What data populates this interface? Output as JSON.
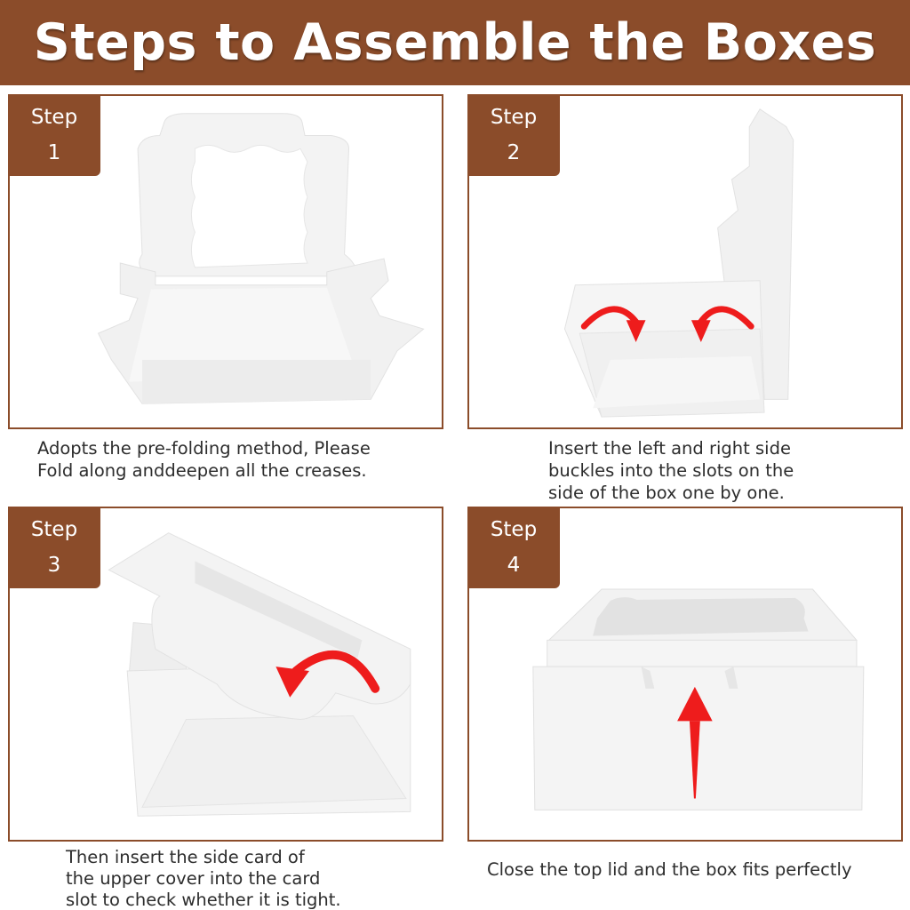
{
  "header": {
    "title": "Steps to Assemble the Boxes",
    "background_color": "#8b4c2a"
  },
  "colors": {
    "accent": "#8b4c2a",
    "arrow": "#ee1c1c",
    "box": "#f4f4f4"
  },
  "steps": [
    {
      "word": "Step",
      "number": "1",
      "caption_lines": [
        "Adopts the pre-folding method, Please",
        "Fold along anddeepen all the creases."
      ],
      "illustration": "unfolded-window-box"
    },
    {
      "word": "Step",
      "number": "2",
      "caption_lines": [
        "Insert the left and right side",
        "buckles into the slots on the",
        "side of the box one by one."
      ],
      "illustration": "box-side-buckles-with-curved-arrows"
    },
    {
      "word": "Step",
      "number": "3",
      "caption_lines": [
        "Then insert the side card of",
        "the upper cover into the card",
        "slot to check whether it is tight."
      ],
      "illustration": "box-lid-closing-with-curved-arrow"
    },
    {
      "word": "Step",
      "number": "4",
      "caption_lines": [
        "Close the top lid and the box fits perfectly"
      ],
      "illustration": "closed-window-box-with-up-arrow"
    }
  ]
}
